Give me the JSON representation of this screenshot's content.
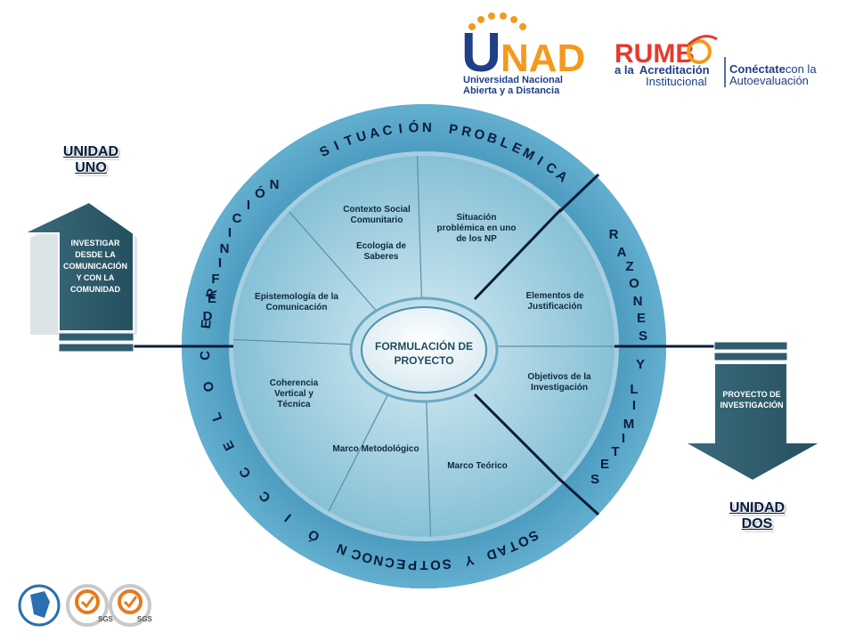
{
  "header": {
    "unad_logo": {
      "letters": [
        "U",
        "NAD"
      ],
      "line1": "Universidad Nacional",
      "line2": "Abierta y a Distancia"
    },
    "rumbo_logo": {
      "word": "RUMB",
      "line1_prefix": "a la",
      "line1_bold": "Acreditación",
      "line2": "Institucional",
      "right_bold": "Conéctate",
      "right_light": "con la",
      "right_line2": "Autoevaluación"
    }
  },
  "left_unit": {
    "title_line1": "UNIDAD",
    "title_line2": "UNO",
    "arrow_text": [
      "INVESTIGAR",
      "DESDE LA",
      "COMUNICACIÓN",
      "Y CON LA",
      "COMUNIDAD"
    ]
  },
  "right_unit": {
    "title_line1": "UNIDAD",
    "title_line2": "DOS",
    "arrow_text": [
      "PROYECTO DE",
      "INVESTIGACIÓN"
    ]
  },
  "ring": {
    "top_arc": "SITUACIÓN PROBLEMICA",
    "left_arc": "DEFINICIÓN",
    "bottom_arc": "RECOLECCIÓN CONCEPTOS Y DATOS",
    "right_upper": "RAZONES",
    "right_y": "Y",
    "right_lower": "LIMITES"
  },
  "segments": [
    {
      "id": "contexto",
      "lines": [
        "Contexto Social",
        "Comunitario"
      ]
    },
    {
      "id": "ecologia",
      "lines": [
        "Ecología de",
        "Saberes"
      ]
    },
    {
      "id": "situacion",
      "lines": [
        "Situación",
        "problémica en uno",
        "de los NP"
      ]
    },
    {
      "id": "elementos",
      "lines": [
        "Elementos de",
        "Justificación"
      ]
    },
    {
      "id": "objetivos",
      "lines": [
        "Objetivos de la",
        "Investigación"
      ]
    },
    {
      "id": "marco-teorico",
      "lines": [
        "Marco Teórico"
      ]
    },
    {
      "id": "marco-metodologico",
      "lines": [
        "Marco Metodológico"
      ]
    },
    {
      "id": "coherencia",
      "lines": [
        "Coherencia",
        "Vertical y",
        "Técnica"
      ]
    },
    {
      "id": "epistemologia",
      "lines": [
        "Epistemología de la",
        "Comunicación"
      ]
    }
  ],
  "center": {
    "line1": "FORMULACIÓN DE",
    "line2": "PROYECTO"
  },
  "footer": {
    "badge_labels": [
      "SGS",
      "SGS"
    ]
  },
  "colors": {
    "ring_outer": "#5aa8c8",
    "ring_inner": "#8fc7dc",
    "disc": "#a9d3e3",
    "dark": "#0b1c3a",
    "arrow_fill": "#2f5d6e",
    "unad_orange": "#f39a1e",
    "unad_blue": "#1f3f86"
  }
}
